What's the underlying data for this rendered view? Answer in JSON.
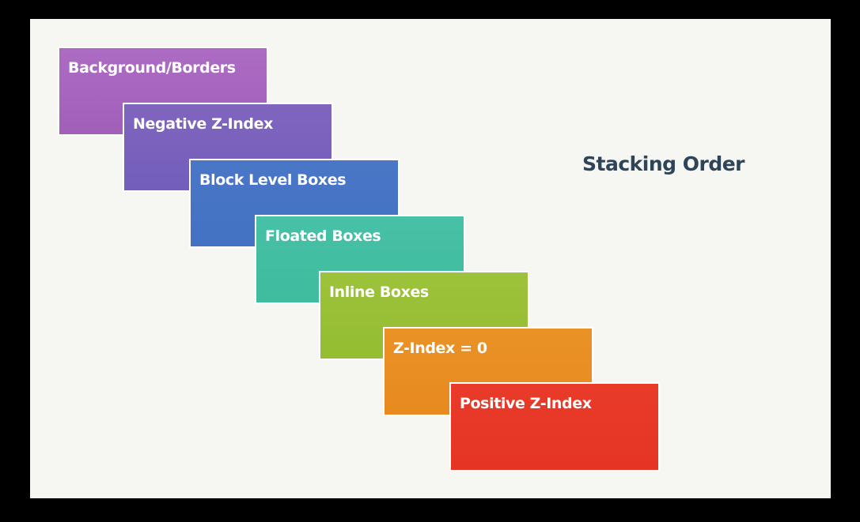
{
  "title": "Stacking Order",
  "layers": [
    {
      "label": "Background/Borders",
      "color_top": "#ad6cc3",
      "color_bottom": "#a15fba"
    },
    {
      "label": "Negative Z-Index",
      "color_top": "#8065be",
      "color_bottom": "#735ebb"
    },
    {
      "label": "Block Level Boxes",
      "color_top": "#4a76c6",
      "color_bottom": "#4372c4"
    },
    {
      "label": "Floated Boxes",
      "color_top": "#47c1a7",
      "color_bottom": "#3fbb9d"
    },
    {
      "label": "Inline Boxes",
      "color_top": "#9dc23b",
      "color_bottom": "#94bd32"
    },
    {
      "label": "Z-Index = 0",
      "color_top": "#ea9226",
      "color_bottom": "#e78a20"
    },
    {
      "label": "Positive Z-Index",
      "color_top": "#e93b2a",
      "color_bottom": "#e53424"
    }
  ]
}
